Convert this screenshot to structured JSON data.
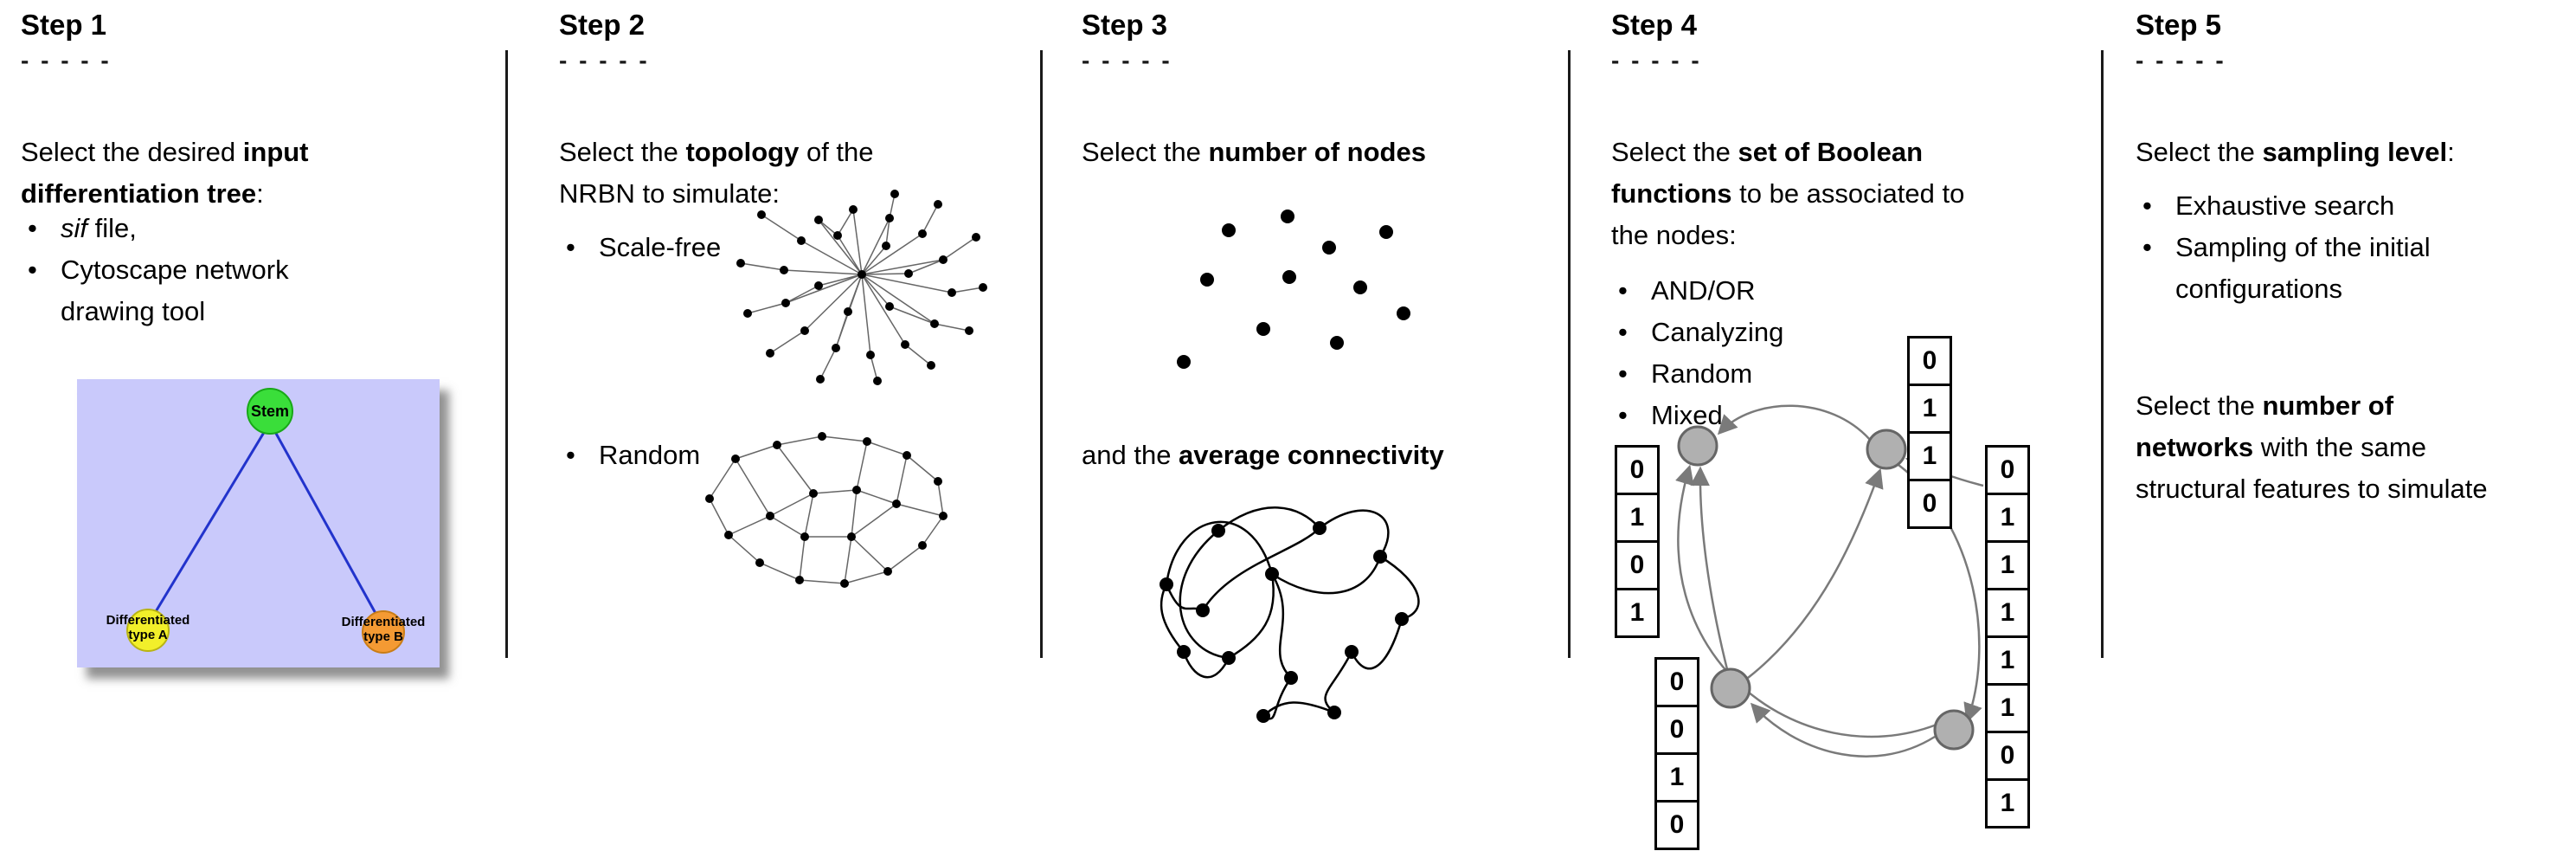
{
  "figure": {
    "background": "#ffffff",
    "colors": {
      "text": "#000000",
      "divider": "#1a1a1a",
      "panel_bg": "#c9c9fb",
      "tree_edge": "#2233cc",
      "stem_fill": "#3ade3a",
      "type_a_fill": "#f2ef2a",
      "type_b_fill": "#f49a33",
      "boolean_node_fill": "#b0b0b0",
      "arrow": "#7a7a7a"
    }
  },
  "steps": [
    {
      "title": "Step 1",
      "dashes": "- - - - -",
      "intro": [
        {
          "t": "Select the desired "
        },
        {
          "t": "input",
          "b": true
        },
        {
          "br": true
        },
        {
          "t": "differentiation tree",
          "b": true
        },
        {
          "t": ":"
        }
      ],
      "bullets": [
        [
          {
            "t": "sif",
            "i": true
          },
          {
            "t": " file,"
          }
        ],
        [
          {
            "t": "Cytoscape network"
          },
          {
            "br": true
          },
          {
            "t": "drawing tool"
          }
        ]
      ],
      "tree": {
        "root": "Stem",
        "leaf_a": [
          "Differentiated",
          "type A"
        ],
        "leaf_b": [
          "Differentiated",
          "type B"
        ]
      }
    },
    {
      "title": "Step 2",
      "dashes": "- - - - -",
      "intro": [
        {
          "t": "Select the "
        },
        {
          "t": "topology",
          "b": true
        },
        {
          "t": " of the"
        },
        {
          "br": true
        },
        {
          "t": "NRBN to simulate:"
        }
      ],
      "bullets": [
        [
          {
            "t": "Scale-free"
          }
        ],
        [
          {
            "t": "Random"
          }
        ]
      ]
    },
    {
      "title": "Step 3",
      "dashes": "- - - - -",
      "text1": [
        {
          "t": "Select the "
        },
        {
          "t": "number of nodes",
          "b": true
        }
      ],
      "text2": [
        {
          "t": "and the "
        },
        {
          "t": "average connectivity",
          "b": true
        }
      ]
    },
    {
      "title": "Step 4",
      "dashes": "- - - - -",
      "intro": [
        {
          "t": "Select the "
        },
        {
          "t": "set of Boolean",
          "b": true
        },
        {
          "br": true
        },
        {
          "t": "functions",
          "b": true
        },
        {
          "t": " to be associated to"
        },
        {
          "br": true
        },
        {
          "t": "the nodes:"
        }
      ],
      "bullets": [
        [
          {
            "t": "AND/OR"
          }
        ],
        [
          {
            "t": "Canalyzing"
          }
        ],
        [
          {
            "t": "Random"
          }
        ],
        [
          {
            "t": "Mixed"
          }
        ]
      ],
      "truth_tables": {
        "left": [
          "0",
          "1",
          "0",
          "1"
        ],
        "top": [
          "0",
          "1",
          "1",
          "0"
        ],
        "bottom": [
          "0",
          "0",
          "1",
          "0"
        ],
        "right": [
          "0",
          "1",
          "1",
          "1",
          "1",
          "1",
          "0",
          "1"
        ]
      }
    },
    {
      "title": "Step 5",
      "dashes": "- - - - -",
      "intro": [
        {
          "t": "Select the "
        },
        {
          "t": "sampling level",
          "b": true
        },
        {
          "t": ":"
        }
      ],
      "bullets": [
        [
          {
            "t": "Exhaustive search"
          }
        ],
        [
          {
            "t": "Sampling of the initial"
          },
          {
            "br": true
          },
          {
            "t": "configurations"
          }
        ]
      ],
      "para2": [
        {
          "t": "Select the "
        },
        {
          "t": "number of",
          "b": true
        },
        {
          "br": true
        },
        {
          "t": "networks",
          "b": true
        },
        {
          "t": " with the same"
        },
        {
          "br": true
        },
        {
          "t": "structural features to simulate"
        }
      ]
    }
  ]
}
